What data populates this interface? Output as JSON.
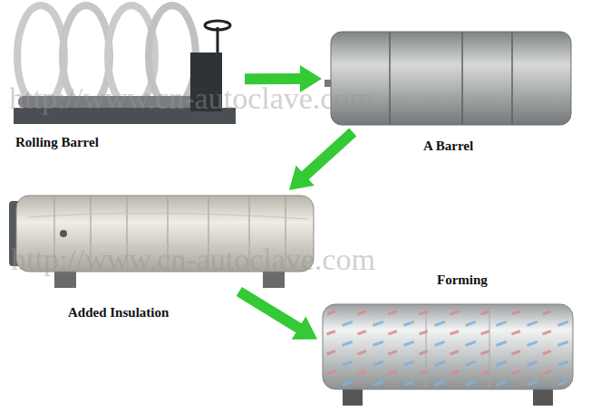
{
  "diagram": {
    "nodes": [
      {
        "text": [
          "Rolling Barrel"
        ]
      },
      {
        "text": [
          "A Barrel"
        ]
      },
      {
        "text": [
          "Added Insulation"
        ]
      },
      {
        "text": [
          "Forming"
        ]
      }
    ],
    "edges": [
      {
        "from": 0,
        "to": 1,
        "arrow": "to"
      },
      {
        "from": 1,
        "to": 2,
        "arrow": "to"
      },
      {
        "from": 2,
        "to": 3,
        "arrow": "to"
      }
    ],
    "labels": [
      "http://www.cn-autoclave.com",
      "http://www.cn-autoclave.com"
    ]
  }
}
